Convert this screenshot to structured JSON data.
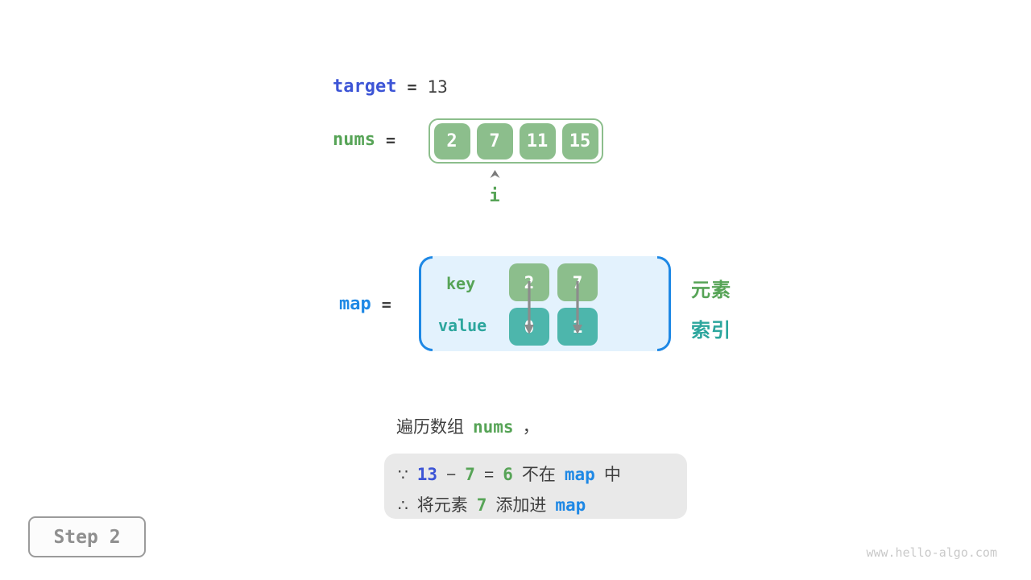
{
  "colors": {
    "royal_blue": "#3d55d6",
    "azure_blue": "#1e88e5",
    "green_text": "#57a457",
    "green_box": "#8cbe8c",
    "teal_text": "#2ca69d",
    "teal_box": "#4db6ac",
    "map_bg": "#e3f2fd",
    "note_bg": "#e9e9e9",
    "dark_text": "#3f3f3f",
    "arrow_gray": "#8c8c8c"
  },
  "target_line": {
    "name": "target",
    "equals": "=",
    "value": "13"
  },
  "nums_line": {
    "name": "nums",
    "equals": "=",
    "cells": [
      "2",
      "7",
      "11",
      "15"
    ],
    "pointer": {
      "label": "i",
      "index": 1
    }
  },
  "map_line": {
    "name": "map",
    "equals": "=",
    "key_label": "key",
    "value_label": "value",
    "keys": [
      "2",
      "7"
    ],
    "values": [
      "0",
      "1"
    ]
  },
  "side_labels": {
    "element": "元素",
    "index": "索引"
  },
  "caption": {
    "prefix": "遍历数组",
    "var": "nums",
    "comma": "，"
  },
  "note": {
    "line1": {
      "s0": "∵",
      "s1": "13",
      "s2": "−",
      "s3": "7",
      "s4": "=",
      "s5": "6",
      "s6": "不在",
      "s7": "map",
      "s8": "中"
    },
    "line2": {
      "s0": "∴",
      "s1": "将元素",
      "s2": "7",
      "s3": "添加进",
      "s4": "map"
    }
  },
  "footer": {
    "step_label": "Step 2",
    "watermark": "www.hello-algo.com"
  }
}
